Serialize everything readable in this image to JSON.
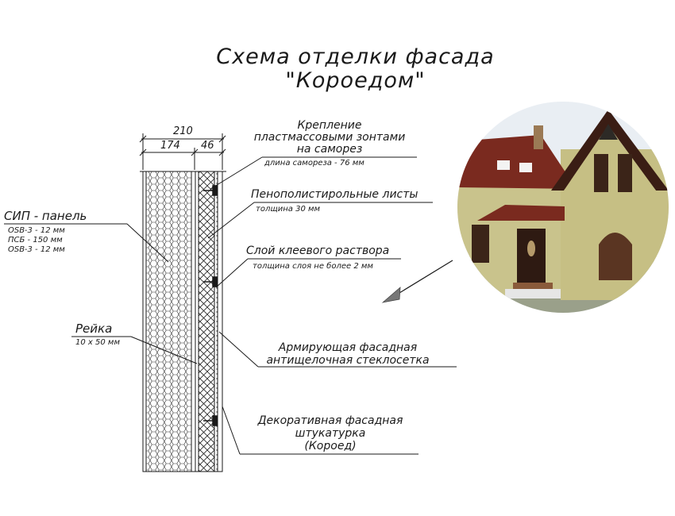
{
  "title": {
    "line1": "Схема отделки фасада",
    "line2": "\"Короедом\""
  },
  "dimensions": {
    "total": "210",
    "sip": "174",
    "finish": "46"
  },
  "left_labels": {
    "sip_title": "СИП - панель",
    "sip_layers": [
      "OSB-3 - 12 мм",
      "ПСБ - 150 мм",
      "OSB-3 - 12 мм"
    ],
    "rail_title": "Рейка",
    "rail_size": "10 х 50 мм"
  },
  "right_labels": {
    "fastening": [
      "Крепление",
      "пластмассовыми зонтами",
      "на саморез"
    ],
    "fastening_note": "длина самореза - 76 мм",
    "eps": "Пенополистирольные листы",
    "eps_note": "толщина 30 мм",
    "glue": "Слой клеевого раствора",
    "glue_note": "толщина слоя не более 2 мм",
    "mesh": [
      "Армирующая фасадная",
      "антищелочная стеклосетка"
    ],
    "plaster": [
      "Декоративная фасадная",
      "штукатурка",
      "(Короед)"
    ]
  },
  "colors": {
    "line": "#1a1a1a",
    "wall": "#c9c38c",
    "roof": "#7a2a1f",
    "sky": "#e9eef3"
  },
  "icons": [
    "house-photo",
    "arrow-icon"
  ]
}
